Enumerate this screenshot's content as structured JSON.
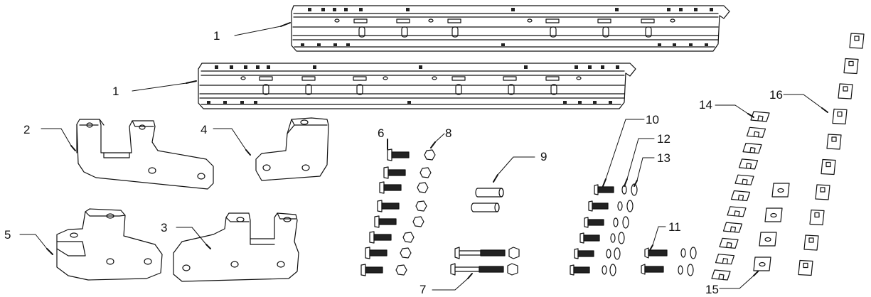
{
  "callouts": [
    {
      "id": "rail-top",
      "label": "1"
    },
    {
      "id": "rail-bottom",
      "label": "1"
    },
    {
      "id": "bracket-a",
      "label": "2"
    },
    {
      "id": "bracket-b",
      "label": "3"
    },
    {
      "id": "bracket-c",
      "label": "4"
    },
    {
      "id": "bracket-d",
      "label": "5"
    },
    {
      "id": "bolt-short",
      "label": "6"
    },
    {
      "id": "bolt-long",
      "label": "7"
    },
    {
      "id": "nut-small",
      "label": "8"
    },
    {
      "id": "spacer",
      "label": "9"
    },
    {
      "id": "bolt-medium",
      "label": "10"
    },
    {
      "id": "bolt-medium-b",
      "label": "11"
    },
    {
      "id": "lock-washer",
      "label": "12"
    },
    {
      "id": "flat-washer",
      "label": "13"
    },
    {
      "id": "shim-u",
      "label": "14"
    },
    {
      "id": "square-plate",
      "label": "15"
    },
    {
      "id": "square-shim",
      "label": "16"
    }
  ]
}
